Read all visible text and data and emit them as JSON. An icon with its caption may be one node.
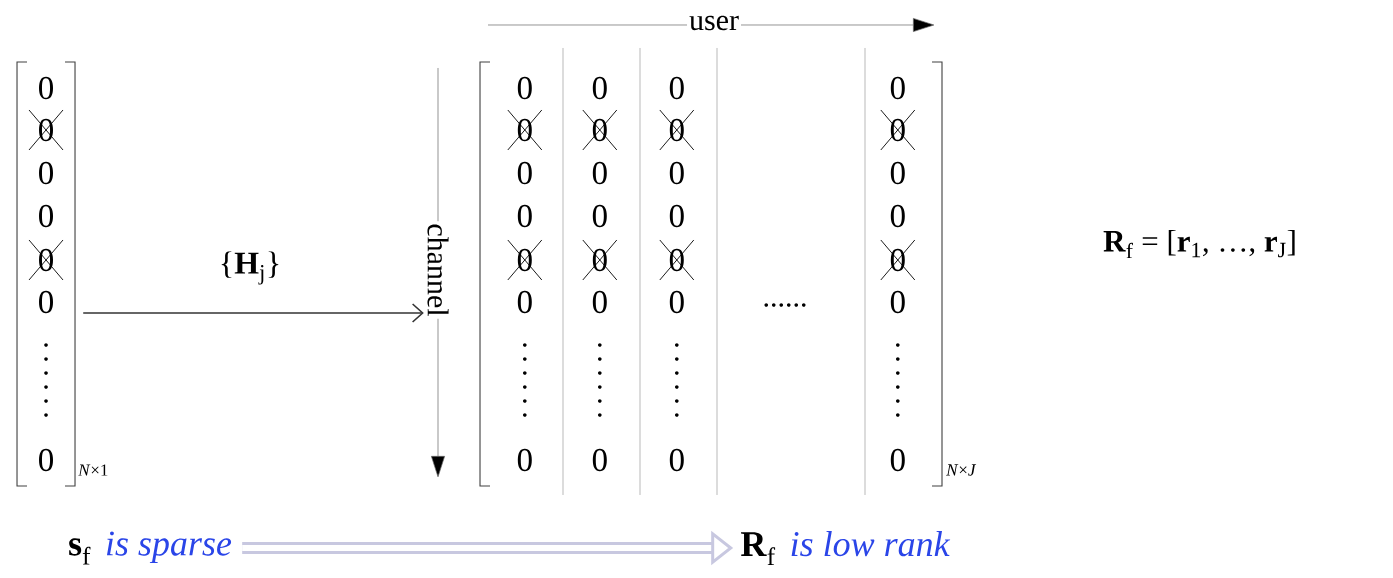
{
  "diagram": {
    "nodes": [
      {
        "text": [
          "0",
          "0",
          "0",
          "0",
          "0",
          "0",
          "0"
        ],
        "beside": [
          "*N*×1"
        ]
      },
      {
        "text": [],
        "shape": "box",
        "beside": [
          "*N*×*J*"
        ]
      },
      {
        "text": [
          "0",
          "0",
          "0",
          "0",
          "0",
          "0",
          "0"
        ],
        "in": 1
      },
      {
        "text": [
          "0",
          "0",
          "0",
          "0",
          "0",
          "0",
          "0"
        ],
        "in": 1
      },
      {
        "text": [
          "0",
          "0",
          "0",
          "0",
          "0",
          "0",
          "0"
        ],
        "in": 1
      },
      {
        "text": [
          "0",
          "0",
          "0",
          "0",
          "0",
          "0",
          "0"
        ],
        "in": 1
      },
      {
        "text": [
          "**s**$_{f}$",
          "is sparse"
        ]
      },
      {
        "text": [
          "**R**$_{f}$",
          "is low rank"
        ]
      }
    ],
    "edges": [
      {
        "from": 0,
        "to": 1,
        "arrow": "to",
        "label": "{**H**$_{j}$}"
      },
      {
        "from": 6,
        "to": 7,
        "arrow": "to",
        "style": "thick",
        "color": "#c8c8e0"
      }
    ],
    "labels": [
      "user",
      "channel",
      "......",
      "**R**$_{f}$ = [**r**$_{1}$, …, **r**$_{J}$]"
    ]
  }
}
